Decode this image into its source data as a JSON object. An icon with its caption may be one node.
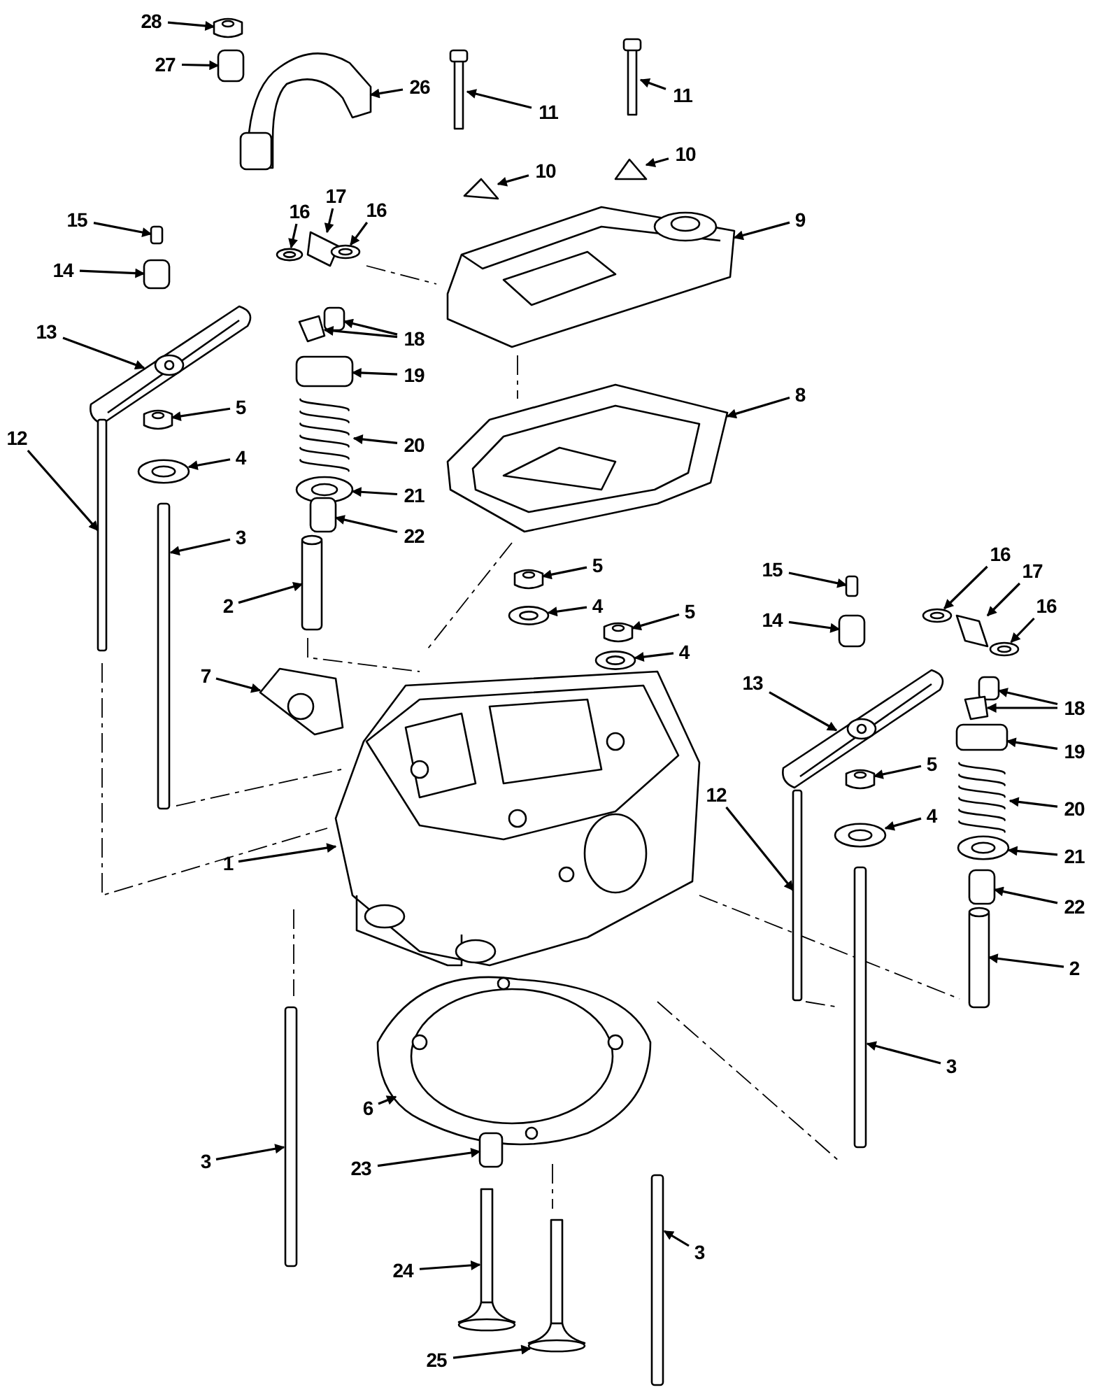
{
  "diagram": {
    "nodes": [
      {
        "text": [
          "28"
        ]
      },
      {
        "text": [
          "27"
        ]
      },
      {
        "text": [
          "26"
        ]
      },
      {
        "text": [
          "11"
        ]
      },
      {
        "text": [
          "11"
        ]
      },
      {
        "text": [
          "10"
        ]
      },
      {
        "text": [
          "10"
        ]
      },
      {
        "text": [
          "9"
        ]
      },
      {
        "text": [
          "15"
        ]
      },
      {
        "text": [
          "16"
        ]
      },
      {
        "text": [
          "17"
        ]
      },
      {
        "text": [
          "16"
        ]
      },
      {
        "text": [
          "14"
        ]
      },
      {
        "text": [
          "18"
        ]
      },
      {
        "text": [
          "13"
        ]
      },
      {
        "text": [
          "19"
        ]
      },
      {
        "text": [
          "5"
        ]
      },
      {
        "text": [
          "12"
        ]
      },
      {
        "text": [
          "20"
        ]
      },
      {
        "text": [
          "8"
        ]
      },
      {
        "text": [
          "4"
        ]
      },
      {
        "text": [
          "21"
        ]
      },
      {
        "text": [
          "3"
        ]
      },
      {
        "text": [
          "22"
        ]
      },
      {
        "text": [
          "5"
        ]
      },
      {
        "text": [
          "2"
        ]
      },
      {
        "text": [
          "4"
        ]
      },
      {
        "text": [
          "5"
        ]
      },
      {
        "text": [
          "15"
        ]
      },
      {
        "text": [
          "16"
        ]
      },
      {
        "text": [
          "17"
        ]
      },
      {
        "text": [
          "16"
        ]
      },
      {
        "text": [
          "4"
        ]
      },
      {
        "text": [
          "7"
        ]
      },
      {
        "text": [
          "14"
        ]
      },
      {
        "text": [
          "13"
        ]
      },
      {
        "text": [
          "18"
        ]
      },
      {
        "text": [
          "19"
        ]
      },
      {
        "text": [
          "5"
        ]
      },
      {
        "text": [
          "20"
        ]
      },
      {
        "text": [
          "4"
        ]
      },
      {
        "text": [
          "21"
        ]
      },
      {
        "text": [
          "12"
        ]
      },
      {
        "text": [
          "1"
        ]
      },
      {
        "text": [
          "22"
        ]
      },
      {
        "text": [
          "2"
        ]
      },
      {
        "text": [
          "3"
        ]
      },
      {
        "text": [
          "6"
        ]
      },
      {
        "text": [
          "3"
        ]
      },
      {
        "text": [
          "23"
        ]
      },
      {
        "text": [
          "3"
        ]
      },
      {
        "text": [
          "24"
        ]
      },
      {
        "text": [
          "25"
        ]
      },
      {
        "text": [],
        "shape": "picture"
      },
      {
        "text": [],
        "shape": "box"
      },
      {
        "text": [],
        "shape": "picture"
      },
      {
        "text": [],
        "shape": "picture"
      },
      {
        "text": [],
        "shape": "picture"
      },
      {
        "text": [],
        "shape": "picture"
      },
      {
        "text": [],
        "shape": "picture"
      },
      {
        "text": [],
        "shape": "picture"
      },
      {
        "text": [],
        "shape": "box"
      },
      {
        "text": [],
        "shape": "picture"
      },
      {
        "text": [],
        "shape": "picture"
      },
      {
        "text": [],
        "shape": "picture"
      },
      {
        "text": [],
        "shape": "box"
      },
      {
        "text": [],
        "shape": "picture"
      },
      {
        "text": [],
        "shape": "box"
      },
      {
        "text": [],
        "shape": "picture"
      },
      {
        "text": [],
        "shape": "box"
      },
      {
        "text": [],
        "shape": "picture"
      },
      {
        "text": [],
        "shape": "box"
      },
      {
        "text": [],
        "shape": "picture"
      },
      {
        "text": [],
        "shape": "picture"
      },
      {
        "text": [],
        "shape": "picture"
      },
      {
        "text": [],
        "shape": "picture"
      },
      {
        "text": [],
        "shape": "box"
      },
      {
        "text": [],
        "shape": "box"
      },
      {
        "text": [],
        "shape": "picture"
      },
      {
        "text": [],
        "shape": "picture"
      },
      {
        "text": [],
        "shape": "picture"
      },
      {
        "text": [],
        "shape": "picture"
      },
      {
        "text": [],
        "shape": "box"
      },
      {
        "text": [],
        "shape": "picture"
      },
      {
        "text": [],
        "shape": "picture"
      },
      {
        "text": [],
        "shape": "picture"
      },
      {
        "text": [],
        "shape": "picture"
      },
      {
        "text": [],
        "shape": "picture"
      },
      {
        "text": [],
        "shape": "box"
      },
      {
        "text": [],
        "shape": "picture"
      },
      {
        "text": [],
        "shape": "box"
      },
      {
        "text": [],
        "shape": "picture"
      },
      {
        "text": [],
        "shape": "box"
      },
      {
        "text": [],
        "shape": "picture"
      },
      {
        "text": [],
        "shape": "picture"
      },
      {
        "text": [],
        "shape": "picture"
      },
      {
        "text": [],
        "shape": "picture"
      },
      {
        "text": [],
        "shape": "box"
      },
      {
        "text": [],
        "shape": "picture"
      },
      {
        "text": [],
        "shape": "box"
      },
      {
        "text": [],
        "shape": "picture"
      },
      {
        "text": [],
        "shape": "box"
      },
      {
        "text": [],
        "shape": "picture"
      },
      {
        "text": [],
        "shape": "box"
      },
      {
        "text": [],
        "shape": "box"
      },
      {
        "text": [],
        "shape": "box"
      },
      {
        "text": [],
        "shape": "picture"
      },
      {
        "text": [],
        "shape": "picture"
      }
    ],
    "edges": [
      {
        "from": 0,
        "to": 53,
        "arrow": "to"
      },
      {
        "from": 1,
        "to": 54,
        "arrow": "to"
      },
      {
        "from": 2,
        "to": 55,
        "arrow": "to"
      },
      {
        "from": 3,
        "to": 56,
        "arrow": "to"
      },
      {
        "from": 4,
        "to": 57,
        "arrow": "to"
      },
      {
        "from": 5,
        "to": 58,
        "arrow": "to"
      },
      {
        "from": 6,
        "to": 59,
        "arrow": "to"
      },
      {
        "from": 7,
        "to": 60,
        "arrow": "to"
      },
      {
        "from": 8,
        "to": 61,
        "arrow": "to"
      },
      {
        "from": 9,
        "to": 62,
        "arrow": "to"
      },
      {
        "from": 10,
        "to": 63,
        "arrow": "to"
      },
      {
        "from": 11,
        "to": 64,
        "arrow": "to"
      },
      {
        "from": 12,
        "to": 65,
        "arrow": "to"
      },
      {
        "from": 13,
        "to": 66,
        "arrow": "to"
      },
      {
        "from": 13,
        "to": 67,
        "arrow": "to"
      },
      {
        "from": 14,
        "to": 68,
        "arrow": "to"
      },
      {
        "from": 15,
        "to": 69,
        "arrow": "to"
      },
      {
        "from": 16,
        "to": 70,
        "arrow": "to"
      },
      {
        "from": 17,
        "to": 71,
        "arrow": "to"
      },
      {
        "from": 18,
        "to": 72,
        "arrow": "to"
      },
      {
        "from": 19,
        "to": 73,
        "arrow": "to"
      },
      {
        "from": 20,
        "to": 74,
        "arrow": "to"
      },
      {
        "from": 21,
        "to": 75,
        "arrow": "to"
      },
      {
        "from": 22,
        "to": 76,
        "arrow": "to"
      },
      {
        "from": 23,
        "to": 77,
        "arrow": "to"
      },
      {
        "from": 24,
        "to": 78,
        "arrow": "to"
      },
      {
        "from": 25,
        "to": 79,
        "arrow": "to"
      },
      {
        "from": 26,
        "to": 80,
        "arrow": "to"
      },
      {
        "from": 27,
        "to": 81,
        "arrow": "to"
      },
      {
        "from": 28,
        "to": 82,
        "arrow": "to"
      },
      {
        "from": 29,
        "to": 83,
        "arrow": "to"
      },
      {
        "from": 30,
        "to": 84,
        "arrow": "to"
      },
      {
        "from": 31,
        "to": 85,
        "arrow": "to"
      },
      {
        "from": 32,
        "to": 86,
        "arrow": "to"
      },
      {
        "from": 33,
        "to": 87,
        "arrow": "to"
      },
      {
        "from": 34,
        "to": 88,
        "arrow": "to"
      },
      {
        "from": 35,
        "to": 89,
        "arrow": "to"
      },
      {
        "from": 36,
        "to": 90,
        "arrow": "to"
      },
      {
        "from": 36,
        "to": 91,
        "arrow": "to"
      },
      {
        "from": 37,
        "to": 92,
        "arrow": "to"
      },
      {
        "from": 38,
        "to": 93,
        "arrow": "to"
      },
      {
        "from": 39,
        "to": 94,
        "arrow": "to"
      },
      {
        "from": 40,
        "to": 95,
        "arrow": "to"
      },
      {
        "from": 41,
        "to": 96,
        "arrow": "to"
      },
      {
        "from": 42,
        "to": 97,
        "arrow": "to"
      },
      {
        "from": 43,
        "to": 98,
        "arrow": "to"
      },
      {
        "from": 44,
        "to": 99,
        "arrow": "to"
      },
      {
        "from": 45,
        "to": 100,
        "arrow": "to"
      },
      {
        "from": 46,
        "to": 101,
        "arrow": "to"
      },
      {
        "from": 47,
        "to": 102,
        "arrow": "to"
      },
      {
        "from": 48,
        "to": 103,
        "arrow": "to"
      },
      {
        "from": 49,
        "to": 104,
        "arrow": "to"
      },
      {
        "from": 50,
        "to": 105,
        "arrow": "to"
      },
      {
        "from": 51,
        "to": 106,
        "arrow": "to"
      },
      {
        "from": 52,
        "to": 107,
        "arrow": "to"
      }
    ]
  }
}
